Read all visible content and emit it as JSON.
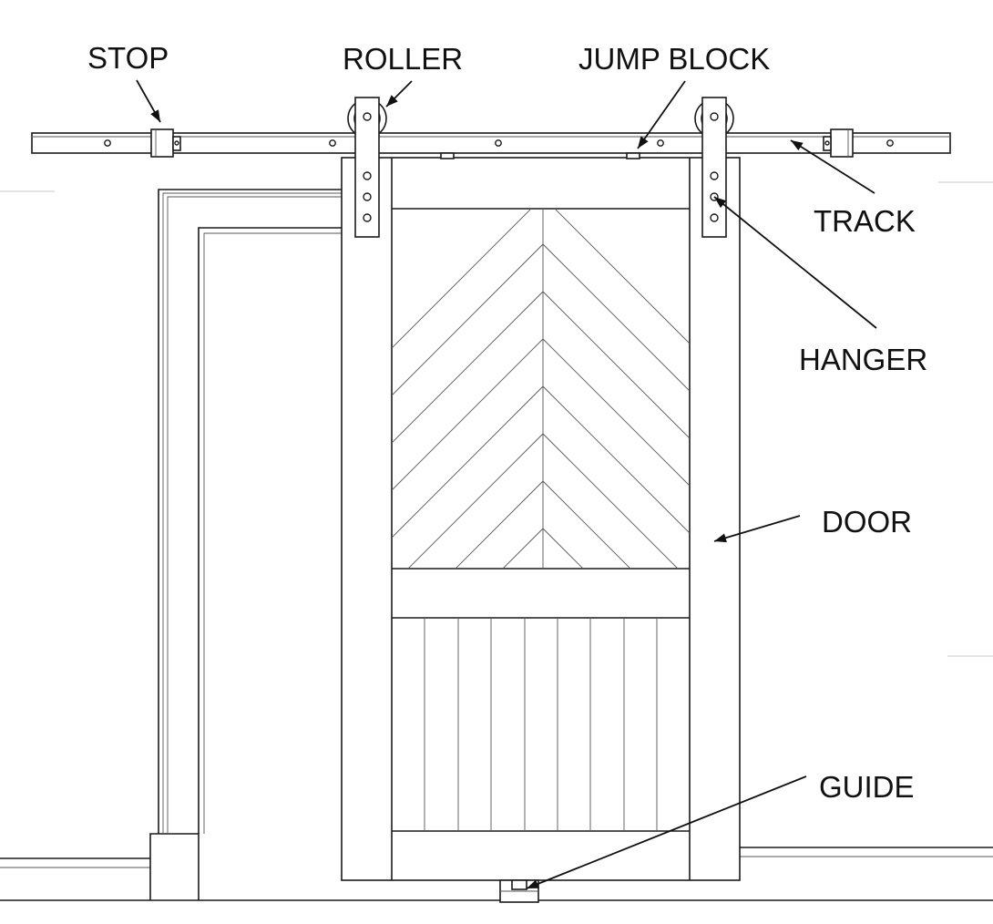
{
  "labels": {
    "stop": "STOP",
    "roller": "ROLLER",
    "jump_block": "JUMP BLOCK",
    "track": "TRACK",
    "hanger": "HANGER",
    "door": "DOOR",
    "guide": "GUIDE"
  },
  "colors": {
    "line": "#1a1a1a",
    "background": "#ffffff"
  }
}
